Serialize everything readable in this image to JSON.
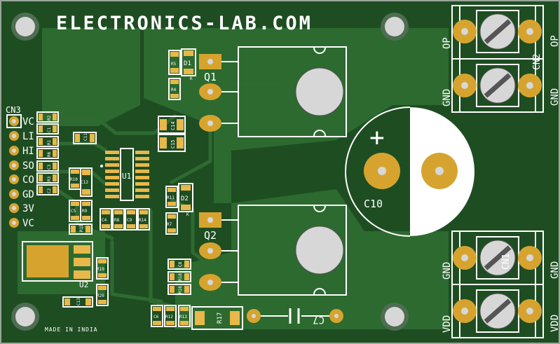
{
  "board": {
    "title": "ELECTRONICS-LAB.COM",
    "footer": "MADE IN INDIA",
    "colors": {
      "board": "#1e4d22",
      "copper": "#d6a42e",
      "silk": "#ffffff",
      "pour": "#2c6a2f"
    }
  },
  "connectors": {
    "cn3": {
      "label": "CN3",
      "pins": [
        "VC",
        "LI",
        "HI",
        "SO",
        "CO",
        "GD",
        "3V",
        "VC"
      ]
    },
    "cn2": {
      "label": "CN2",
      "left_top": "OP",
      "right_top": "OP",
      "left_bottom": "GND",
      "right_bottom": "GND"
    },
    "cn1": {
      "label": "CN1",
      "left_top": "GND",
      "right_top": "GND",
      "left_bottom": "VDD",
      "right_bottom": "VDD"
    }
  },
  "parts": {
    "q1": "Q1",
    "q2": "Q2",
    "u1": "U1",
    "u2": "U2",
    "d1": "D1",
    "d2": "D2",
    "k1": "K",
    "k2": "K",
    "c10": "C10",
    "c10_plus": "+",
    "c7": "C7",
    "r17": "R17",
    "c14": "C14",
    "c15": "C15",
    "r1": "R1",
    "r2": "R2",
    "r3": "R3",
    "r4": "R4",
    "r5": "R5",
    "r6": "R6",
    "r7": "R7",
    "r8": "R8",
    "r9": "R9",
    "r10": "R10",
    "r11": "R11",
    "r12": "R12",
    "r13": "R13",
    "r14": "R14",
    "r15": "R15",
    "r16": "R16",
    "r18": "R18",
    "r19": "R19",
    "r20": "R20",
    "c1": "C1",
    "c2": "C2",
    "c3": "C3",
    "c4": "C4",
    "c5": "C5",
    "c6": "C6",
    "c8": "C8",
    "c9": "C9",
    "c11": "C11",
    "c12": "C12",
    "c13": "C13"
  }
}
